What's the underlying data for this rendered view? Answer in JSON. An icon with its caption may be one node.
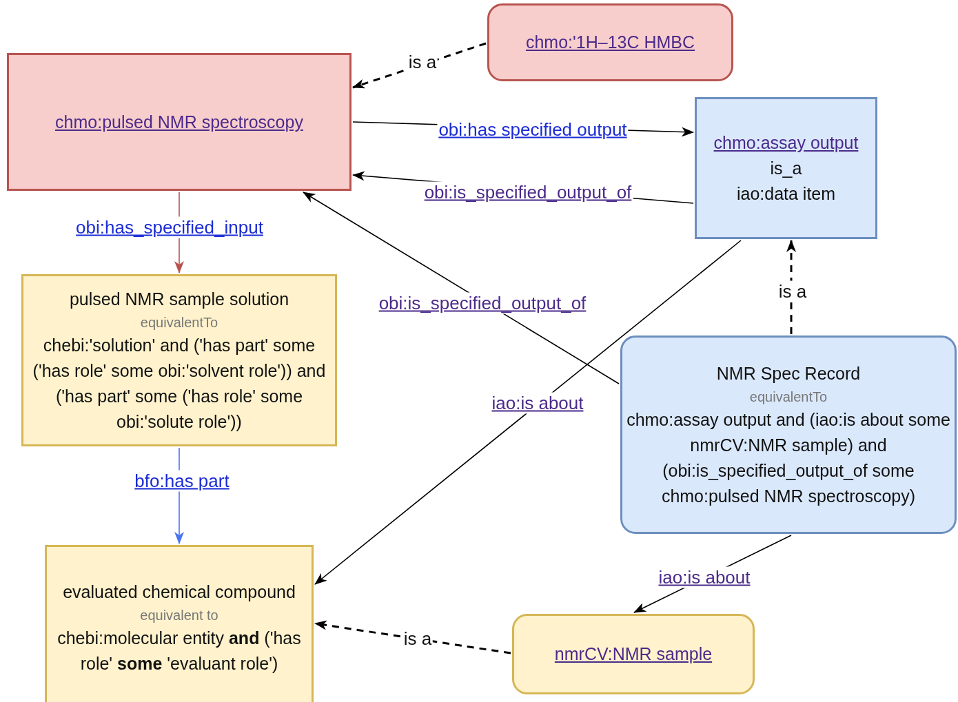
{
  "diagram": {
    "nodes": [
      {
        "text": [
          "chmo:'1H–13C HMBC"
        ]
      },
      {
        "text": [
          "chmo:pulsed NMR spectroscopy"
        ]
      },
      {
        "text": [
          "chmo:assay output",
          "is_a",
          "iao:data item"
        ]
      },
      {
        "text": [
          "pulsed NMR sample solution",
          "equivalentTo",
          "chebi:'solution' and ('has part' some ('has role' some obi:'solvent role')) and ('has part' some ('has role' some obi:'solute role'))"
        ]
      },
      {
        "text": [
          "NMR Spec Record",
          "equivalentTo",
          "chmo:assay output and (iao:is about some nmrCV:NMR sample) and (obi:is_specified_output_of some chmo:pulsed NMR spectroscopy)"
        ]
      },
      {
        "text": [
          "evaluated chemical compound",
          "equivalent to",
          "chebi:molecular entity **and** ('has role' **some** 'evaluant role')"
        ]
      },
      {
        "text": [
          "nmrCV:NMR sample"
        ]
      }
    ],
    "edges": [
      {
        "from": 0,
        "to": 1,
        "arrow": "to",
        "label": "is a",
        "style": "dashed"
      },
      {
        "from": 1,
        "to": 2,
        "arrow": "to",
        "label": "obi:has specified output"
      },
      {
        "from": 2,
        "to": 1,
        "arrow": "to",
        "label": "obi:is_specified_output_of"
      },
      {
        "from": 1,
        "to": 3,
        "arrow": "to",
        "label": "obi:has_specified_input",
        "color": "#b85450"
      },
      {
        "from": 3,
        "to": 5,
        "arrow": "to",
        "label": "bfo:has part",
        "color": "#4a74f0"
      },
      {
        "from": 4,
        "to": 1,
        "arrow": "to",
        "label": "obi:is_specified_output_of"
      },
      {
        "from": 2,
        "to": 5,
        "arrow": "to",
        "label": "iao:is about"
      },
      {
        "from": 4,
        "to": 2,
        "arrow": "to",
        "label": "is a",
        "style": "dashed"
      },
      {
        "from": 4,
        "to": 6,
        "arrow": "to",
        "label": "iao:is about"
      },
      {
        "from": 6,
        "to": 5,
        "arrow": "to",
        "label": "is a",
        "style": "dashed"
      }
    ]
  }
}
